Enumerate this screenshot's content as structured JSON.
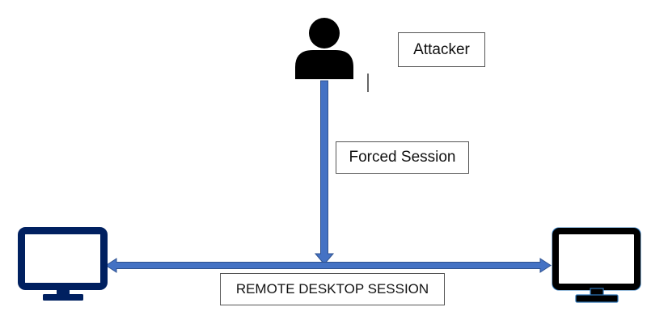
{
  "labels": {
    "attacker": "Attacker",
    "forced_session": "Forced Session",
    "remote_desktop_session": "REMOTE DESKTOP SESSION"
  },
  "icons": {
    "attacker": "person-icon",
    "left_computer": "monitor-icon",
    "right_computer": "monitor-icon"
  },
  "colors": {
    "arrow_fill": "#4472C4",
    "arrow_stroke": "#2F528F",
    "left_monitor": "#002060",
    "right_monitor": "#000000",
    "right_monitor_glow": "#2E75B6",
    "person": "#000000"
  }
}
